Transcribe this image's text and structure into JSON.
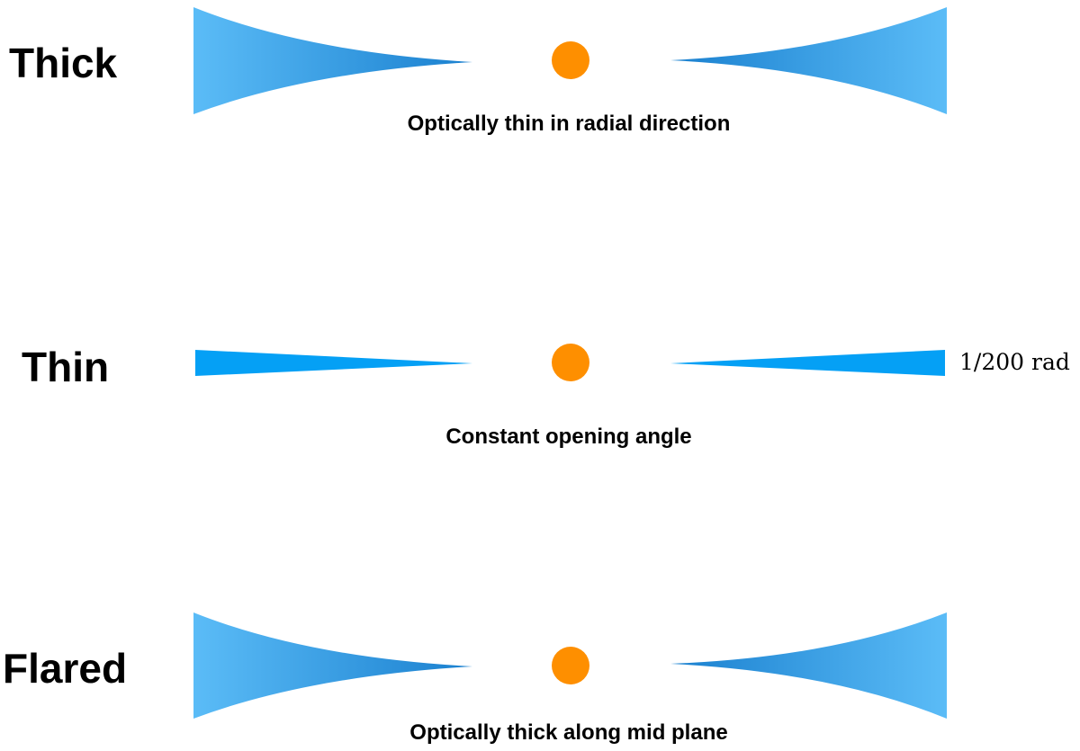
{
  "rows": [
    {
      "label": "Thick",
      "caption": "Optically thin in radial direction",
      "disk_style": "gradient",
      "colors": {
        "outer": "#5bbcf7",
        "inner": "#1a80cf"
      }
    },
    {
      "label": "Thin",
      "caption": "Constant opening angle",
      "annotation": "1/200 rad",
      "disk_style": "flat",
      "colors": {
        "fill": "#05a0f5"
      }
    },
    {
      "label": "Flared",
      "caption": "Optically thick along mid plane",
      "disk_style": "gradient",
      "colors": {
        "outer": "#5bbcf7",
        "inner": "#1a80cf"
      }
    }
  ],
  "star": {
    "color": "#fe8f00"
  }
}
